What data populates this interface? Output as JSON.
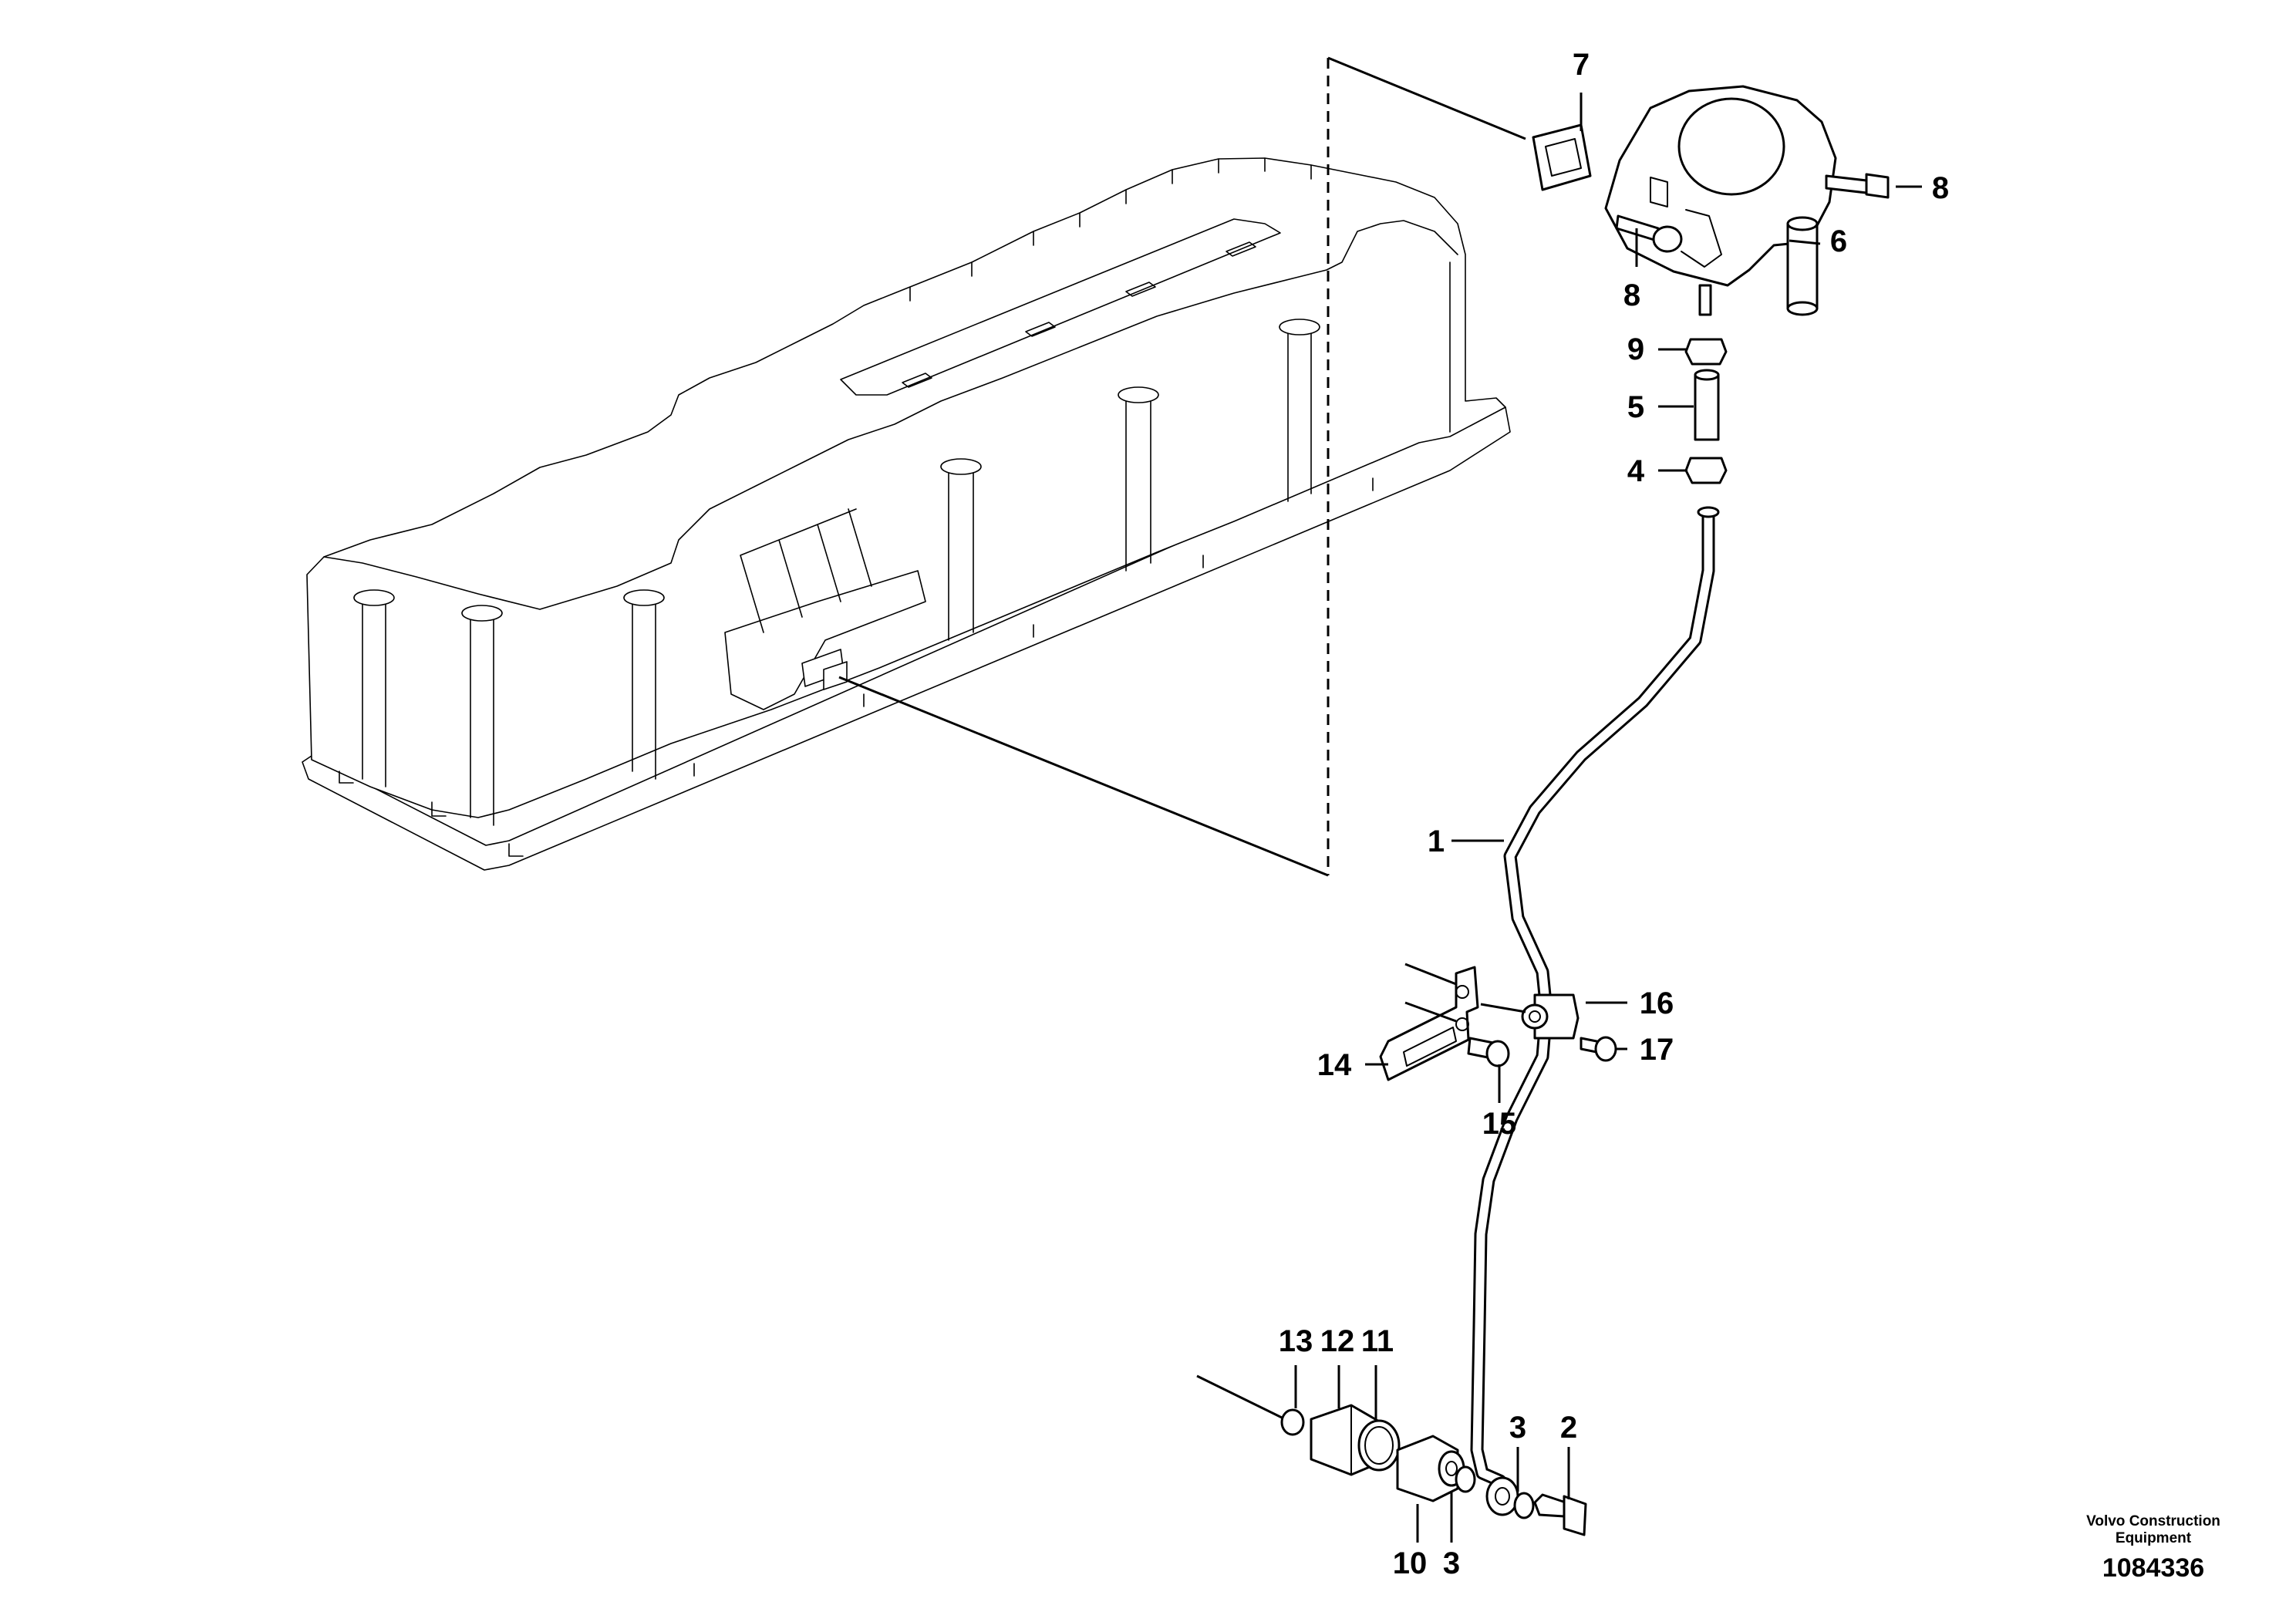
{
  "diagram": {
    "callouts": [
      {
        "id": "c7",
        "label": "7"
      },
      {
        "id": "c8a",
        "label": "8"
      },
      {
        "id": "c6",
        "label": "6"
      },
      {
        "id": "c8b",
        "label": "8"
      },
      {
        "id": "c9",
        "label": "9"
      },
      {
        "id": "c5",
        "label": "5"
      },
      {
        "id": "c4",
        "label": "4"
      },
      {
        "id": "c1",
        "label": "1"
      },
      {
        "id": "c16",
        "label": "16"
      },
      {
        "id": "c17",
        "label": "17"
      },
      {
        "id": "c14",
        "label": "14"
      },
      {
        "id": "c15",
        "label": "15"
      },
      {
        "id": "c13",
        "label": "13"
      },
      {
        "id": "c12",
        "label": "12"
      },
      {
        "id": "c11",
        "label": "11"
      },
      {
        "id": "c3a",
        "label": "3"
      },
      {
        "id": "c2",
        "label": "2"
      },
      {
        "id": "c10",
        "label": "10"
      },
      {
        "id": "c3b",
        "label": "3"
      }
    ]
  },
  "footer": {
    "brand": "Volvo Construction Equipment",
    "document_number": "1084336"
  }
}
